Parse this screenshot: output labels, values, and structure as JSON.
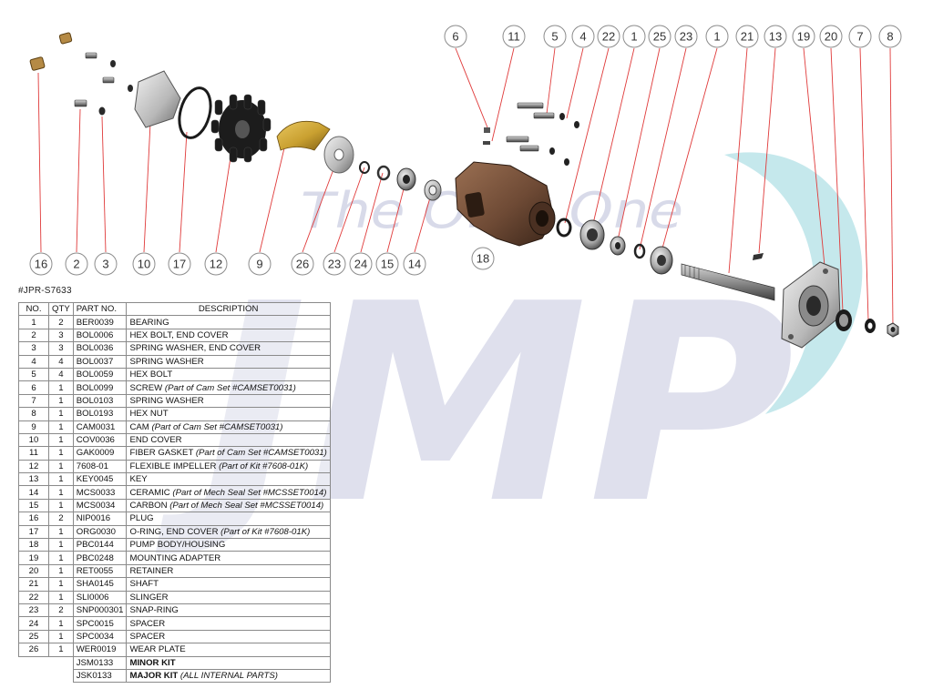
{
  "watermark": {
    "brand_text": "The Only One",
    "logo_text": "JMP"
  },
  "model_code": "#JPR-S7633",
  "callouts": [
    "16",
    "2",
    "3",
    "10",
    "17",
    "12",
    "9",
    "26",
    "23",
    "24",
    "15",
    "14",
    "18",
    "6",
    "11",
    "5",
    "4",
    "22",
    "1",
    "25",
    "23",
    "1",
    "21",
    "13",
    "19",
    "20",
    "7",
    "8"
  ],
  "table": {
    "headers": [
      "NO.",
      "QTY",
      "PART NO.",
      "DESCRIPTION"
    ],
    "rows": [
      {
        "no": "1",
        "qty": "2",
        "part": "BER0039",
        "desc": "BEARING",
        "note": ""
      },
      {
        "no": "2",
        "qty": "3",
        "part": "BOL0006",
        "desc": "HEX BOLT, END COVER",
        "note": ""
      },
      {
        "no": "3",
        "qty": "3",
        "part": "BOL0036",
        "desc": "SPRING WASHER, END COVER",
        "note": ""
      },
      {
        "no": "4",
        "qty": "4",
        "part": "BOL0037",
        "desc": "SPRING WASHER",
        "note": ""
      },
      {
        "no": "5",
        "qty": "4",
        "part": "BOL0059",
        "desc": "HEX BOLT",
        "note": ""
      },
      {
        "no": "6",
        "qty": "1",
        "part": "BOL0099",
        "desc": "SCREW",
        "note": "(Part of Cam Set #CAMSET0031)"
      },
      {
        "no": "7",
        "qty": "1",
        "part": "BOL0103",
        "desc": "SPRING WASHER",
        "note": ""
      },
      {
        "no": "8",
        "qty": "1",
        "part": "BOL0193",
        "desc": "HEX NUT",
        "note": ""
      },
      {
        "no": "9",
        "qty": "1",
        "part": "CAM0031",
        "desc": "CAM",
        "note": "(Part of Cam Set #CAMSET0031)"
      },
      {
        "no": "10",
        "qty": "1",
        "part": "COV0036",
        "desc": "END COVER",
        "note": ""
      },
      {
        "no": "11",
        "qty": "1",
        "part": "GAK0009",
        "desc": "FIBER GASKET",
        "note": "(Part of Cam Set #CAMSET0031)"
      },
      {
        "no": "12",
        "qty": "1",
        "part": "7608-01",
        "desc": "FLEXIBLE IMPELLER",
        "note": "(Part of Kit #7608-01K)"
      },
      {
        "no": "13",
        "qty": "1",
        "part": "KEY0045",
        "desc": "KEY",
        "note": ""
      },
      {
        "no": "14",
        "qty": "1",
        "part": "MCS0033",
        "desc": "CERAMIC",
        "note": "(Part of Mech Seal Set #MCSSET0014)"
      },
      {
        "no": "15",
        "qty": "1",
        "part": "MCS0034",
        "desc": "CARBON",
        "note": "(Part of Mech Seal Set #MCSSET0014)"
      },
      {
        "no": "16",
        "qty": "2",
        "part": "NIP0016",
        "desc": "PLUG",
        "note": ""
      },
      {
        "no": "17",
        "qty": "1",
        "part": "ORG0030",
        "desc": "O-RING, END COVER",
        "note": "(Part of Kit #7608-01K)"
      },
      {
        "no": "18",
        "qty": "1",
        "part": "PBC0144",
        "desc": "PUMP BODY/HOUSING",
        "note": ""
      },
      {
        "no": "19",
        "qty": "1",
        "part": "PBC0248",
        "desc": "MOUNTING ADAPTER",
        "note": ""
      },
      {
        "no": "20",
        "qty": "1",
        "part": "RET0055",
        "desc": "RETAINER",
        "note": ""
      },
      {
        "no": "21",
        "qty": "1",
        "part": "SHA0145",
        "desc": "SHAFT",
        "note": ""
      },
      {
        "no": "22",
        "qty": "1",
        "part": "SLI0006",
        "desc": "SLINGER",
        "note": ""
      },
      {
        "no": "23",
        "qty": "2",
        "part": "SNP000301",
        "desc": "SNAP-RING",
        "note": ""
      },
      {
        "no": "24",
        "qty": "1",
        "part": "SPC0015",
        "desc": "SPACER",
        "note": ""
      },
      {
        "no": "25",
        "qty": "1",
        "part": "SPC0034",
        "desc": "SPACER",
        "note": ""
      },
      {
        "no": "26",
        "qty": "1",
        "part": "WER0019",
        "desc": "WEAR PLATE",
        "note": ""
      }
    ],
    "kits": [
      {
        "part": "JSM0133",
        "label": "MINOR KIT",
        "note": ""
      },
      {
        "part": "JSK0133",
        "label": "MAJOR KIT",
        "note": "(ALL INTERNAL PARTS)"
      }
    ]
  },
  "colors": {
    "callout_line": "#e03a3a",
    "callout_circle": "#8c8c8c",
    "cam_brass": "#c9a030",
    "pump_body_bronze": "#6e4a35",
    "impeller_black": "#1c1c1c",
    "watermark_blue": "#c5c8e0",
    "watermark_teal": "#bfe6ea"
  }
}
